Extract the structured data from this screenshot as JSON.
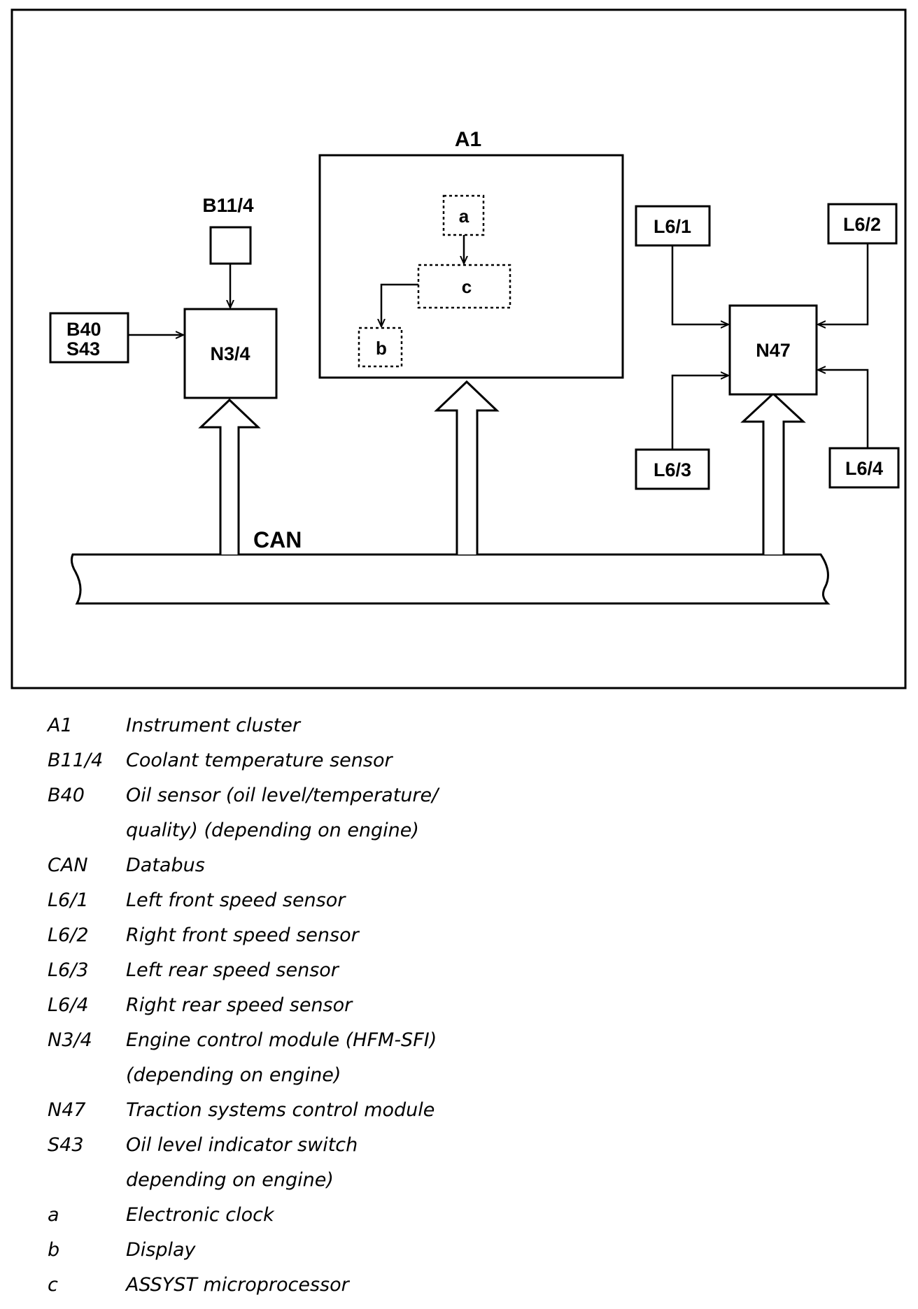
{
  "diagram": {
    "nodes": {
      "a1": "A1",
      "b11_4": "B11/4",
      "b40": "B40",
      "s43": "S43",
      "n3_4": "N3/4",
      "a": "a",
      "b": "b",
      "c": "c",
      "l6_1": "L6/1",
      "l6_2": "L6/2",
      "l6_3": "L6/3",
      "l6_4": "L6/4",
      "n47": "N47",
      "can": "CAN"
    }
  },
  "legend": [
    {
      "key": "A1",
      "desc": "Instrument cluster"
    },
    {
      "key": "B11/4",
      "desc": "Coolant temperature sensor"
    },
    {
      "key": "B40",
      "desc": "Oil sensor (oil level/temperature/"
    },
    {
      "key": "",
      "desc": "quality) (depending on engine)"
    },
    {
      "key": "CAN",
      "desc": "Databus"
    },
    {
      "key": "L6/1",
      "desc": "Left front speed sensor"
    },
    {
      "key": "L6/2",
      "desc": "Right front speed sensor"
    },
    {
      "key": "L6/3",
      "desc": "Left rear speed sensor"
    },
    {
      "key": "L6/4",
      "desc": "Right rear speed sensor"
    },
    {
      "key": "N3/4",
      "desc": "Engine control module (HFM-SFI)"
    },
    {
      "key": "",
      "desc": "(depending on engine)"
    },
    {
      "key": "N47",
      "desc": "Traction systems control module"
    },
    {
      "key": "S43",
      "desc": "Oil level indicator switch"
    },
    {
      "key": "",
      "desc": "depending on engine)"
    },
    {
      "key": "a",
      "desc": "Electronic clock"
    },
    {
      "key": "b",
      "desc": "Display"
    },
    {
      "key": "c",
      "desc": "ASSYST microprocessor"
    }
  ]
}
